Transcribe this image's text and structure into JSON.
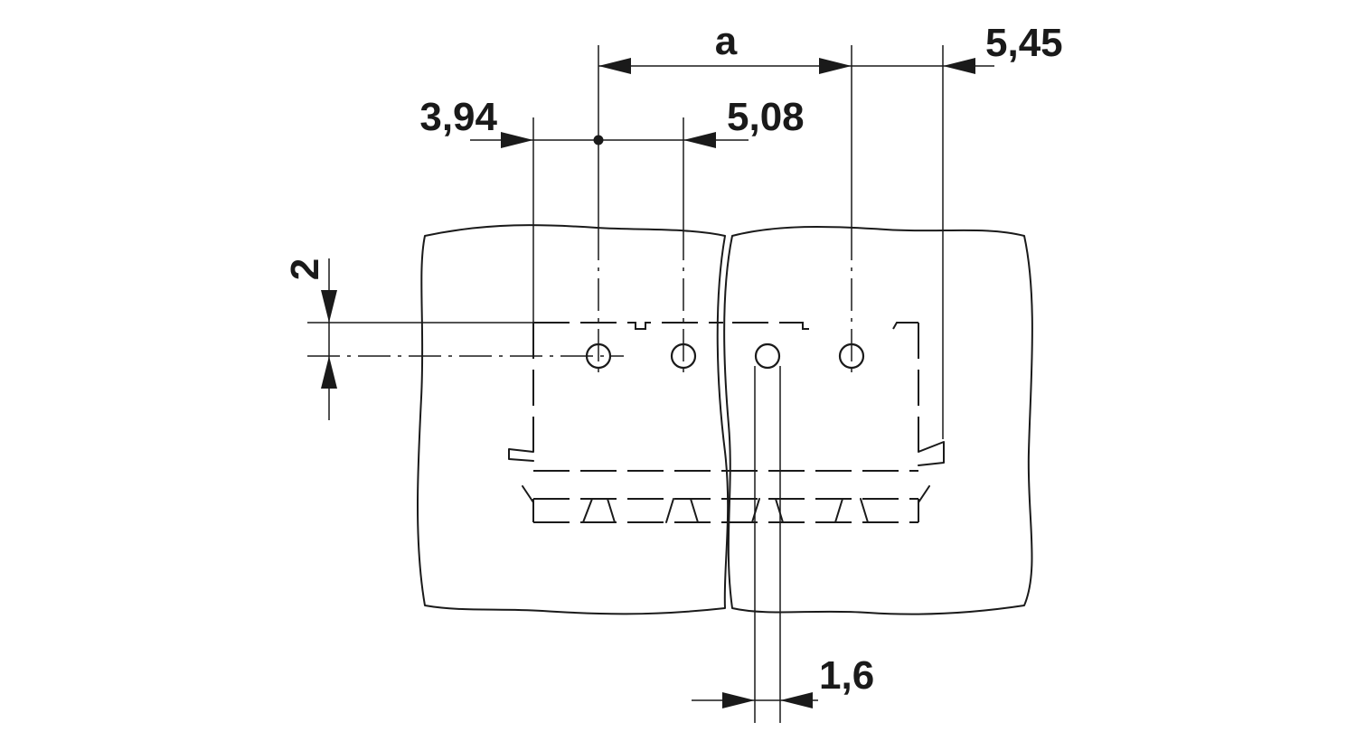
{
  "dimensions": {
    "a": "a",
    "dim_545": "5,45",
    "dim_394": "3,94",
    "dim_508": "5,08",
    "dim_2": "2",
    "dim_16": "1,6"
  }
}
